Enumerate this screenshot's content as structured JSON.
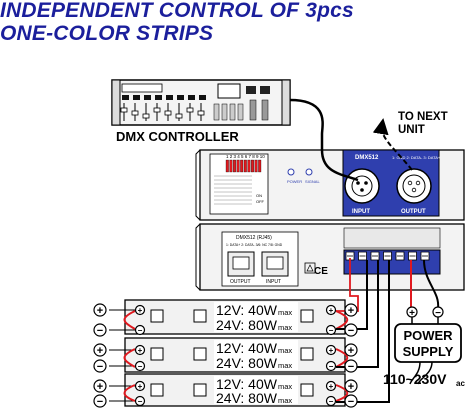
{
  "title": {
    "line1": "INDEPENDENT CONTROL OF 3pcs",
    "line2": "ONE-COLOR STRIPS"
  },
  "dmx_controller": {
    "label": "DMX CONTROLLER"
  },
  "next_unit": {
    "line1": "TO NEXT",
    "line2": "UNIT"
  },
  "decoder": {
    "dmx512_label": "DMX512",
    "pin_label": "1: GND 2: DATA- 3: DATA+",
    "input_label": "INPUT",
    "output_label": "OUTPUT",
    "power_indicator": "POWER",
    "signal_indicator": "SIGNAL",
    "rj45_label": "DMX512 (RJ45)",
    "rj45_pins": "1: DATA+  2: DATA-  3/6: NC  7/8: GND",
    "rj45_output": "OUTPUT",
    "rj45_input": "INPUT",
    "dip_numbers": "1 2 3 4 5 6 7 8 9 10",
    "dip_on": "ON",
    "dip_off": "OFF",
    "ce_mark": "CE"
  },
  "power_supply": {
    "line1": "POWER",
    "line2": "SUPPLY",
    "input_voltage": "110~230V",
    "input_unit": "ac"
  },
  "strips": [
    {
      "spec12": "12V: 40W",
      "spec24": "24V: 80W",
      "max": "max"
    },
    {
      "spec12": "12V: 40W",
      "spec24": "24V: 80W",
      "max": "max"
    },
    {
      "spec12": "12V: 40W",
      "spec24": "24V: 80W",
      "max": "max"
    }
  ],
  "terminal_symbols": {
    "plus": "+",
    "minus": "−"
  },
  "colors": {
    "title": "#1b1f9c",
    "wire_red": "#e0191f",
    "wire_black": "#000000",
    "decoder_blue": "#2f3fae",
    "panel": "#f2f2f2"
  }
}
